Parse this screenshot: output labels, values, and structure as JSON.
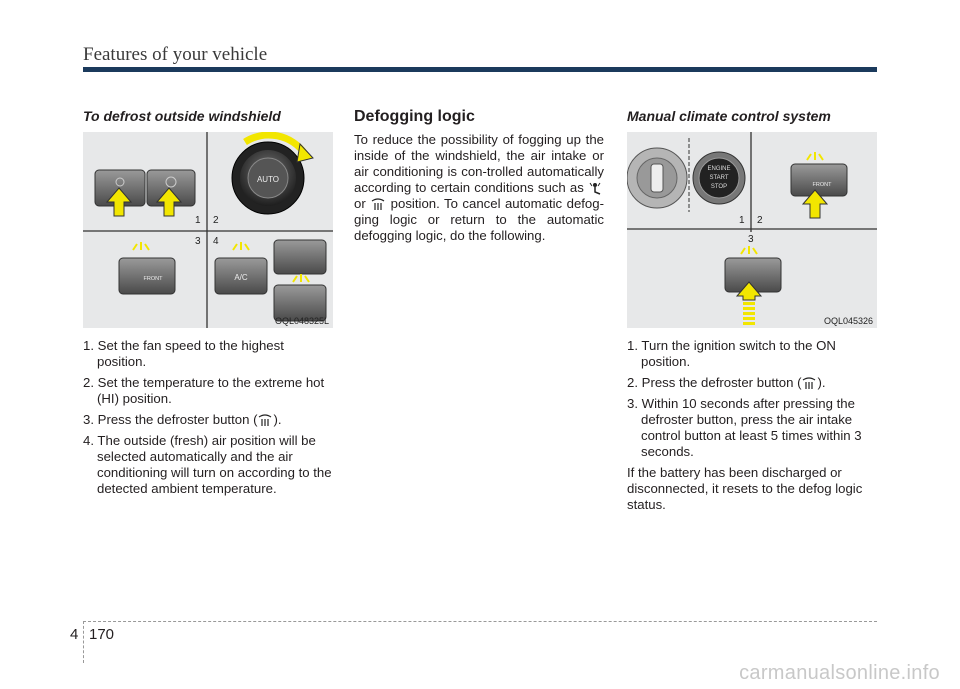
{
  "header": {
    "title": "Features of your vehicle"
  },
  "col1": {
    "title": "To defrost outside windshield",
    "figure_code": "OQL048325L",
    "figure_labels": [
      "1",
      "2",
      "3",
      "4"
    ],
    "btn_text": {
      "auto": "AUTO",
      "ac": "A/C",
      "front": "FRONT"
    },
    "steps": [
      "1. Set the fan speed to the highest position.",
      "2. Set the temperature to the extreme hot (HI) position.",
      "3. Press the defroster button (",
      "4. The outside (fresh) air position will be selected automatically and the air conditioning will turn on according to the detected ambient temperature."
    ],
    "step3_end": ")."
  },
  "col2": {
    "title": "Defogging logic",
    "para_a": "To reduce the possibility of fogging up the inside of the windshield, the air intake or air conditioning is con-trolled automatically according to certain conditions such as",
    "para_or": "or",
    "para_b": "position. To cancel automatic defog-ging logic or return to the automatic defogging logic, do the following."
  },
  "col3": {
    "title": "Manual climate control system",
    "figure_code": "OQL045326",
    "figure_labels": [
      "1",
      "2",
      "3"
    ],
    "btn_text": {
      "engine": "ENGINE",
      "start": "START",
      "stop": "STOP",
      "front": "FRONT"
    },
    "steps": [
      "1. Turn the ignition switch to the ON position.",
      "2. Press the defroster button (",
      "3. Within 10 seconds after pressing the defroster button, press the air intake control button at least 5 times within 3 seconds."
    ],
    "step2_end": ").",
    "note": "If the battery has been discharged or disconnected, it resets to the defog logic status."
  },
  "footer": {
    "chapter": "4",
    "page": "170",
    "watermark": "carmanualsonline.info"
  },
  "colors": {
    "rule": "#1b3a5c",
    "arrow": "#f2e600",
    "figure_bg": "#e7e8e9"
  },
  "icons": [
    "defroster-icon",
    "mode-defrost-floor-icon",
    "arrow-icon",
    "dial-icon"
  ]
}
